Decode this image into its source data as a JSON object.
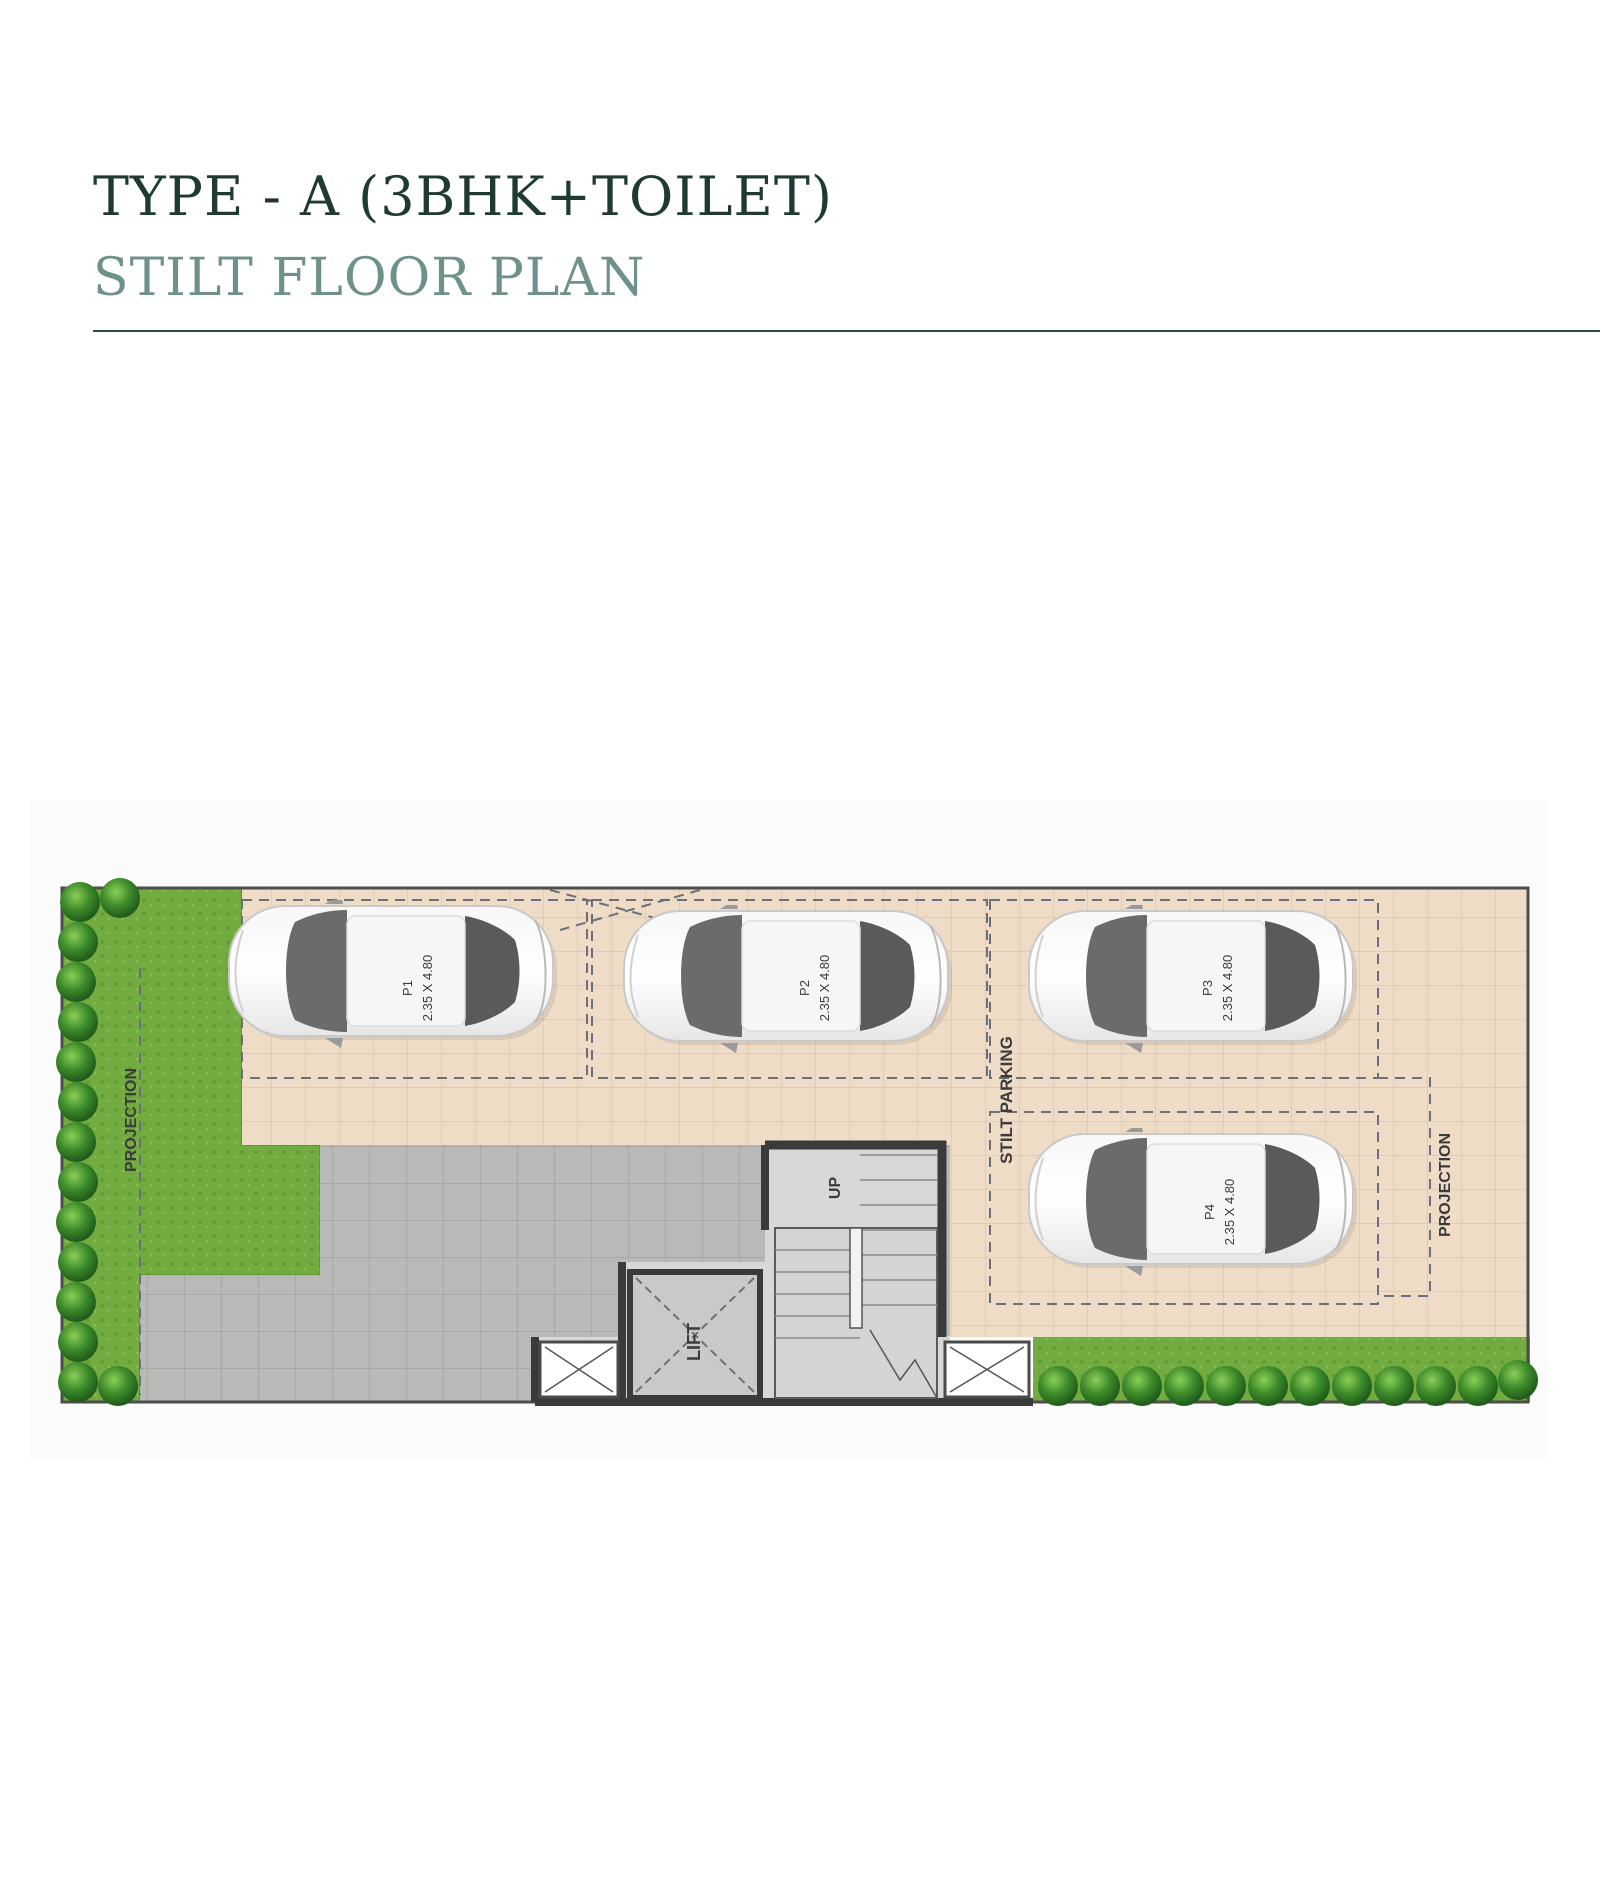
{
  "header": {
    "title": "TYPE - A (3BHK+TOILET)",
    "subtitle": "STILT FLOOR PLAN"
  },
  "plan": {
    "projection_left": "PROJECTION",
    "projection_right": "PROJECTION",
    "stilt_parking": "STILT PARKING",
    "up": "UP",
    "lift": "LIFT",
    "parking": [
      {
        "id": "P1",
        "size": "2.35 X 4.80"
      },
      {
        "id": "P2",
        "size": "2.35 X 4.80"
      },
      {
        "id": "P3",
        "size": "2.35 X 4.80"
      },
      {
        "id": "P4",
        "size": "2.35 X 4.80"
      }
    ]
  },
  "colors": {
    "title": "#1e3a33",
    "subtitle": "#6f918b",
    "lawn": "#6ea83c",
    "tiles": "#efdcc6",
    "paving": "#b8b8b8",
    "wall": "#3a3a3a"
  }
}
